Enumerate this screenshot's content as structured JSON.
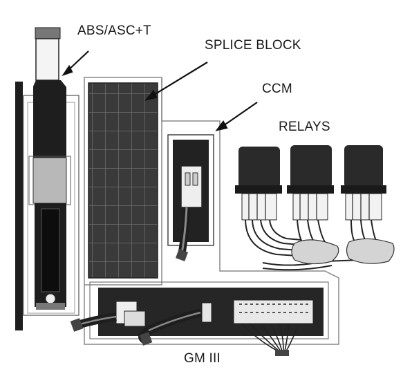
{
  "labels": {
    "abs_asc": "ABS/ASC+T",
    "splice_block": "SPLICE BLOCK",
    "ccm": "CCM",
    "relays": "RELAYS",
    "gm": "GM III"
  },
  "colors": {
    "ink": "#1a1a1a",
    "dark": "#2b2b2b",
    "mid": "#6e6e6e",
    "light": "#c8c8c8",
    "paper": "#ffffff"
  },
  "icons": [
    "arrow-icon",
    "connector-icon",
    "relay-icon",
    "wire-harness-icon"
  ]
}
